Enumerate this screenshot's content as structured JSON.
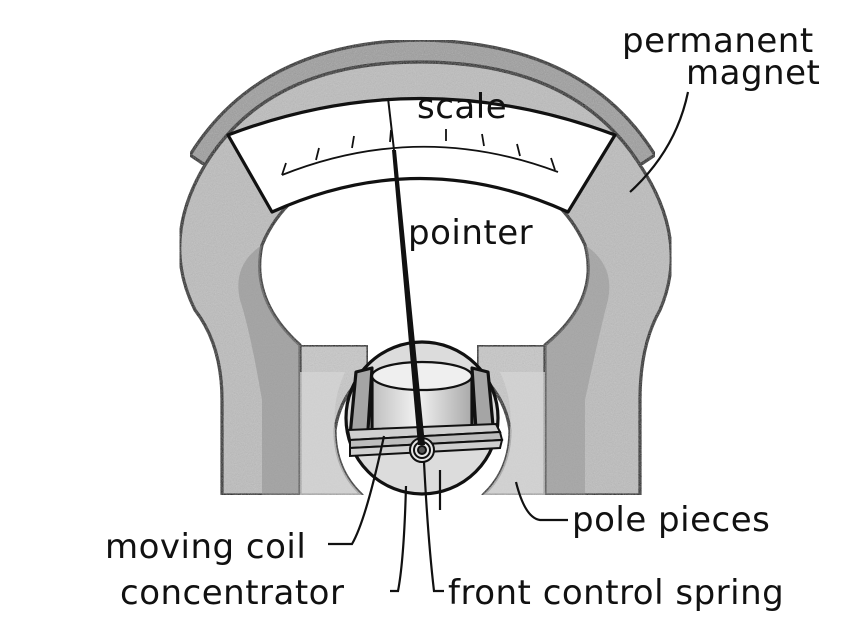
{
  "labels": {
    "magnet_line1": "permanent",
    "magnet_line2": "magnet",
    "scale": "scale",
    "pointer": "pointer",
    "pole_pieces": "pole pieces",
    "moving_coil": "moving coil",
    "concentrator": "concentrator",
    "spring": "front control spring"
  },
  "colors": {
    "ink": "#111111",
    "magnet_fill": "#bdbdbd",
    "magnet_shade": "#8f8f8f",
    "scale_fill": "#ffffff",
    "pole_fill": "#c8c8c8",
    "concentrator_fill": "#d9d9d9"
  }
}
